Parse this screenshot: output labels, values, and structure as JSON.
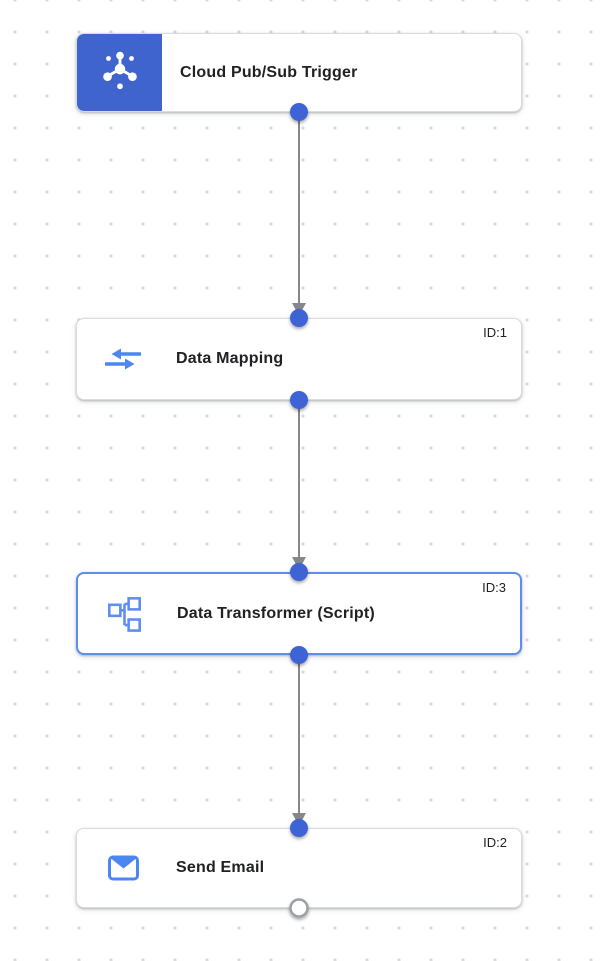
{
  "app": {
    "name": "integration-workflow-canvas"
  },
  "colors": {
    "trigger_block": "#4064CD",
    "port_fill": "#3D63D4",
    "port_open_border": "#9AA0A6",
    "edge": "#85878B",
    "selected_border": "#5E8DF0",
    "card_border": "#DADCE0",
    "title_text": "#202124",
    "id_text": "#202124",
    "icon_blue": "#4C86F0",
    "icon_blue_light": "#5F8EF0",
    "grid_dot": "#D9D9D9"
  },
  "nodes": [
    {
      "title": "Cloud Pub/Sub Trigger",
      "id_label": "",
      "icon": "pubsub-icon",
      "kind": "trigger",
      "selected": false
    },
    {
      "title": "Data Mapping",
      "id_label": "ID:1",
      "icon": "data-mapping-icon",
      "kind": "task",
      "selected": false
    },
    {
      "title": "Data Transformer (Script)",
      "id_label": "ID:3",
      "icon": "data-transformer-icon",
      "kind": "task",
      "selected": true
    },
    {
      "title": "Send Email",
      "id_label": "ID:2",
      "icon": "email-icon",
      "kind": "task",
      "selected": false
    }
  ],
  "edges": [
    {
      "from": "Cloud Pub/Sub Trigger",
      "to": "Data Mapping"
    },
    {
      "from": "Data Mapping",
      "to": "Data Transformer (Script)"
    },
    {
      "from": "Data Transformer (Script)",
      "to": "Send Email"
    }
  ]
}
